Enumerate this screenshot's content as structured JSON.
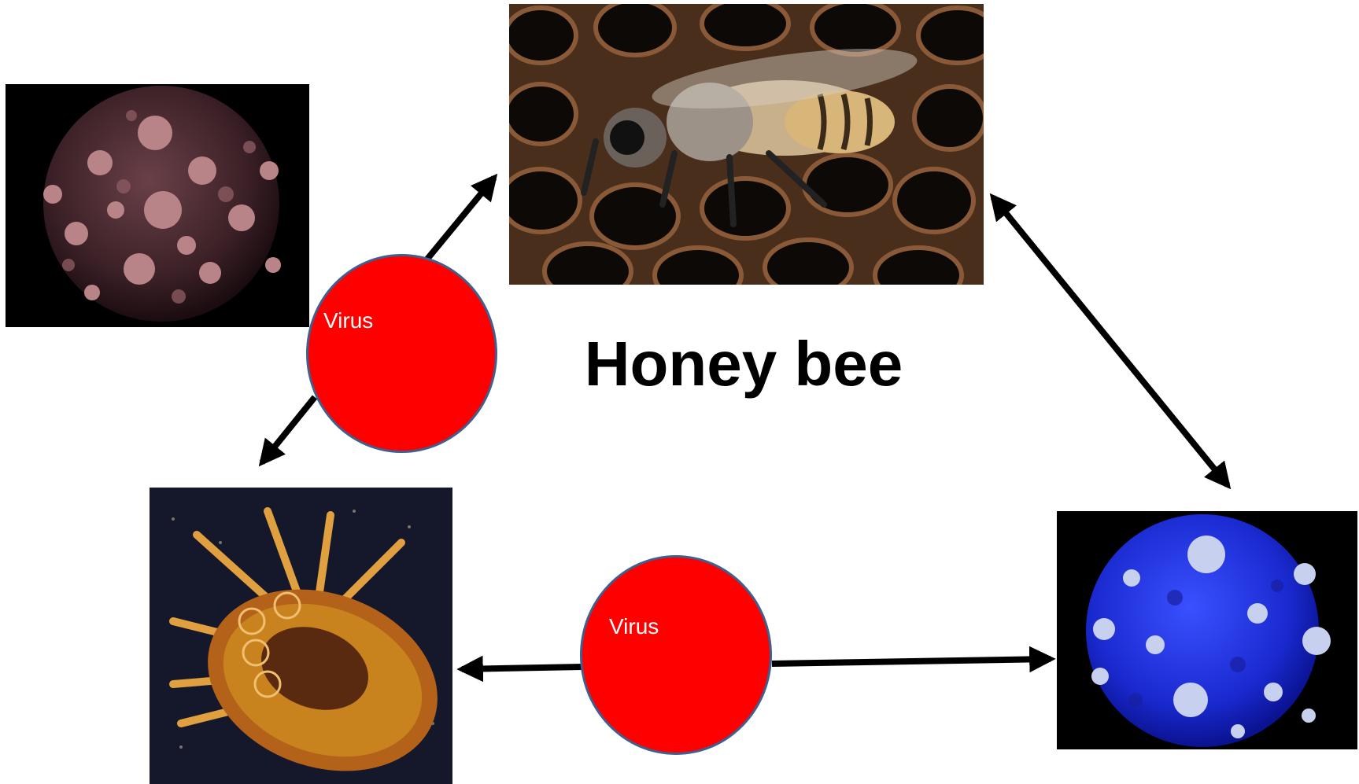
{
  "title": "Honey bee",
  "virus_label": "Virus",
  "images": {
    "virus_pink": "pink-virus-particle",
    "bee": "honey-bee-on-comb",
    "mite": "varroa-mite",
    "virus_blue": "blue-virus-particle"
  },
  "colors": {
    "node_fill": "#ff0000",
    "node_border": "#3f5f8f",
    "arrow": "#000000",
    "label": "#ffffff"
  }
}
